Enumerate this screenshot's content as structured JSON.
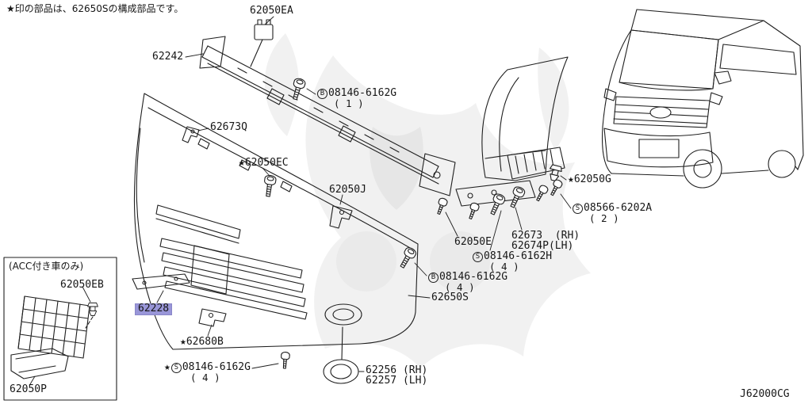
{
  "meta": {
    "note": "★印の部品は、62650Sの構成部品です。",
    "diagram_code": "J62000CG"
  },
  "acc_box": {
    "title": "(ACC付き車のみ)",
    "part_62050eb": "62050EB",
    "part_62050p": "62050P"
  },
  "parts": {
    "p62050ea": "62050EA",
    "p62242": "62242",
    "p62673q": "62673Q",
    "p62050ec": "★62050EC",
    "p62050j": "62050J",
    "p62050g": "★62050G",
    "p62673": "62673  (RH)",
    "p62674p": "62674P(LH)",
    "p62050e": "62050E",
    "p62650s": "62650S",
    "p62228": "62228",
    "p62680b": "★62680B",
    "p62256": "62256 (RH)",
    "p62257": "62257 (LH)"
  },
  "fasteners": {
    "b1": {
      "star": "",
      "prefix": "B",
      "number": "08146-6162G",
      "qty": "( 1 )"
    },
    "s6202a": {
      "star": "",
      "prefix": "S",
      "number": "08566-6202A",
      "qty": "( 2 )"
    },
    "s6162h": {
      "star": "",
      "prefix": "S",
      "number": "08146-6162H",
      "qty": "( 4 )"
    },
    "b4": {
      "star": "",
      "prefix": "B",
      "number": "08146-6162G",
      "qty": "( 4 )"
    },
    "sg4": {
      "star": "★",
      "prefix": "S",
      "number": "08146-6162G",
      "qty": "( 4 )"
    }
  }
}
